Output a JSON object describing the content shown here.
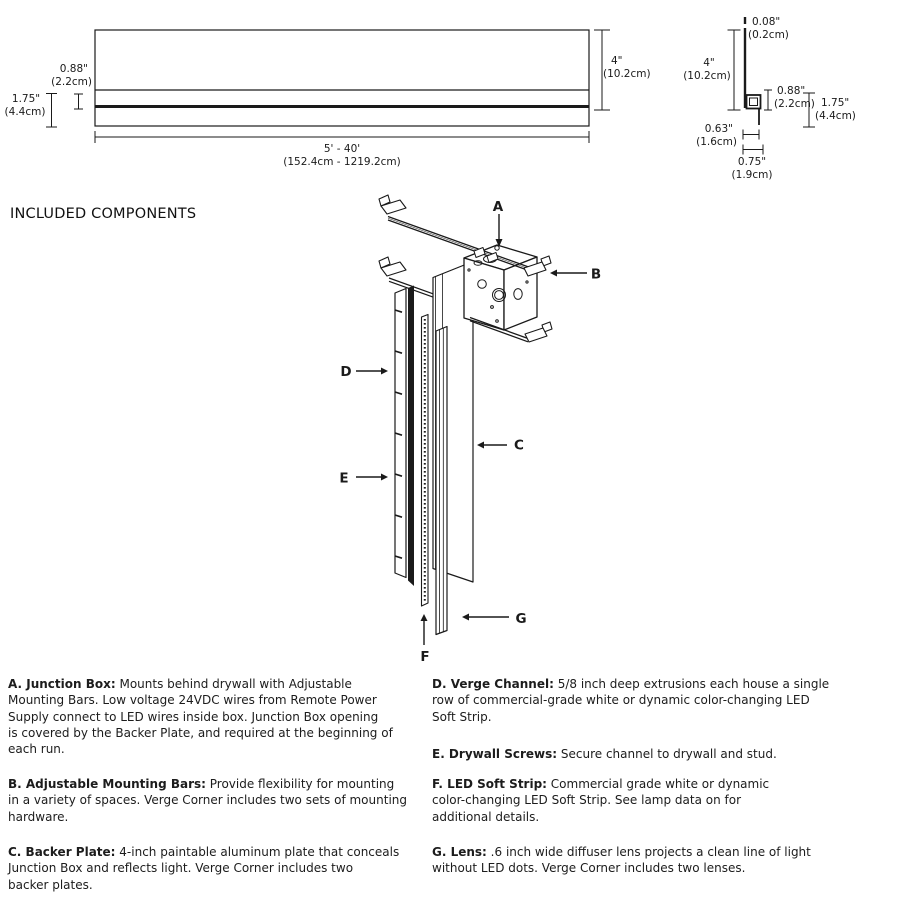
{
  "page": {
    "heading": "INCLUDED COMPONENTS"
  },
  "colors": {
    "ink": "#1a1a1a",
    "background": "#ffffff"
  },
  "side_view": {
    "lip_in": "0.88\"",
    "lip_cm": "(2.2cm)",
    "channel_in": "1.75\"",
    "channel_cm": "(4.4cm)",
    "height_in": "4\"",
    "height_cm": "(10.2cm)",
    "length_range_in": "5' - 40'",
    "length_range_cm": "(152.4cm - 1219.2cm)"
  },
  "cross_section": {
    "wall_in": "0.08\"",
    "wall_cm": "(0.2cm)",
    "height_in": "4\"",
    "height_cm": "(10.2cm)",
    "lip_in": "0.88\"",
    "lip_cm": "(2.2cm)",
    "depth_in": "1.75\"",
    "depth_cm": "(4.4cm)",
    "inner_width_in": "0.63\"",
    "inner_width_cm": "(1.6cm)",
    "outer_width_in": "0.75\"",
    "outer_width_cm": "(1.9cm)"
  },
  "diagram_labels": {
    "a": "A",
    "b": "B",
    "c": "C",
    "d": "D",
    "e": "E",
    "f": "F",
    "g": "G"
  },
  "descriptions": {
    "a": {
      "term": "A. Junction Box:",
      "text": " Mounts behind drywall with Adjustable\nMounting Bars. Low voltage 24VDC wires from Remote Power\nSupply connect to LED wires inside box. Junction Box opening\nis covered by the Backer Plate, and required at the beginning of\neach run."
    },
    "b": {
      "term": "B. Adjustable Mounting Bars:",
      "text": " Provide flexibility for mounting\nin a variety of spaces. Verge Corner includes two sets of mounting\nhardware."
    },
    "c": {
      "term": "C. Backer Plate:",
      "text": " 4-inch paintable aluminum plate that conceals\nJunction Box and reflects light. Verge Corner includes two\nbacker plates."
    },
    "d": {
      "term": "D. Verge Channel:",
      "text": " 5/8 inch deep extrusions each house a single\nrow of commercial-grade white or dynamic color-changing LED\nSoft Strip."
    },
    "e": {
      "term": "E. Drywall Screws:",
      "text": " Secure channel to drywall and stud."
    },
    "f": {
      "term": "F. LED Soft Strip:",
      "text": " Commercial grade white or dynamic\ncolor-changing LED Soft Strip. See lamp data on for\nadditional details."
    },
    "g": {
      "term": "G. Lens:",
      "text": " .6 inch wide diffuser lens projects a clean line of light\nwithout LED dots. Verge Corner includes two lenses."
    }
  }
}
